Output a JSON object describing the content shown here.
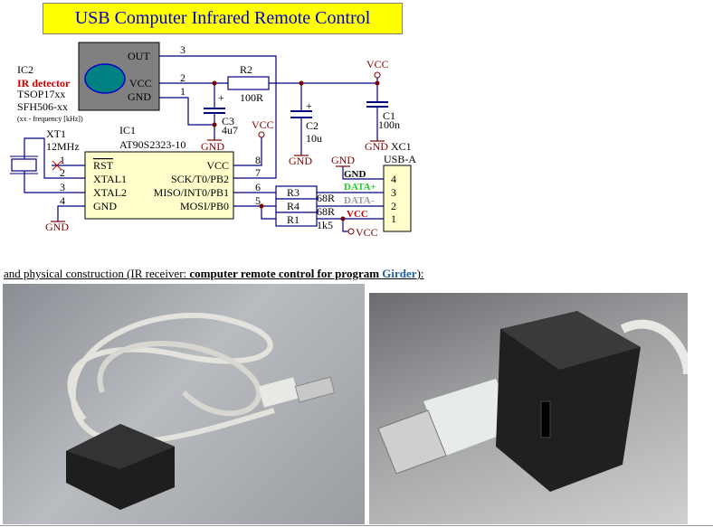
{
  "title": "USB Computer Infrared Remote Control",
  "schematic": {
    "ic2": {
      "ref": "IC2",
      "name": "IR detector",
      "part1": "TSOP17xx",
      "part2": "SFH506-xx",
      "note": "(xx - frequency [kHz])",
      "pin_out": "OUT",
      "pin_vcc": "VCC",
      "pin_gnd": "GND",
      "pin_n_out": "3",
      "pin_n_vcc": "2",
      "pin_n_gnd": "1"
    },
    "r2": {
      "ref": "R2",
      "value": "100R"
    },
    "c3": {
      "ref": "C3",
      "value": "4u7",
      "plus": "+"
    },
    "c2": {
      "ref": "C2",
      "value": "10u",
      "plus": "+"
    },
    "c1": {
      "ref": "C1",
      "value": "100n"
    },
    "vcc": "VCC",
    "gnd": "GND",
    "xt1": {
      "ref": "XT1",
      "value": "12MHz"
    },
    "ic1": {
      "ref": "IC1",
      "part": "AT90S2323-10",
      "pins_left": [
        "RST",
        "XTAL1",
        "XTAL2",
        "GND"
      ],
      "pins_right": [
        "VCC",
        "SCK/T0/PB2",
        "MISO/INT0/PB1",
        "MOSI/PB0"
      ],
      "nums_left": [
        "1",
        "2",
        "3",
        "4"
      ],
      "nums_right": [
        "8",
        "7",
        "6",
        "5"
      ]
    },
    "resistors": [
      {
        "ref": "R3",
        "value": "68R"
      },
      {
        "ref": "R4",
        "value": "68R"
      },
      {
        "ref": "R1",
        "value": "1k5"
      }
    ],
    "xc1": {
      "ref": "XC1",
      "type": "USB-A",
      "pins": [
        "4",
        "3",
        "2",
        "1"
      ],
      "signals": [
        "GND",
        "DATA+",
        "DATA-",
        "VCC"
      ]
    }
  },
  "caption": {
    "prefix": "and physical construction (IR receiver: ",
    "bold": "computer remote control for program ",
    "link": "Girder",
    "suffix": "):"
  },
  "colors": {
    "title_bg": "#ffff00",
    "title_text": "#0000cc",
    "wire": "#000080",
    "label_dark": "#800000",
    "ir_red": "#cc0000",
    "data_plus": "#22cc22",
    "data_minus": "#999999"
  }
}
